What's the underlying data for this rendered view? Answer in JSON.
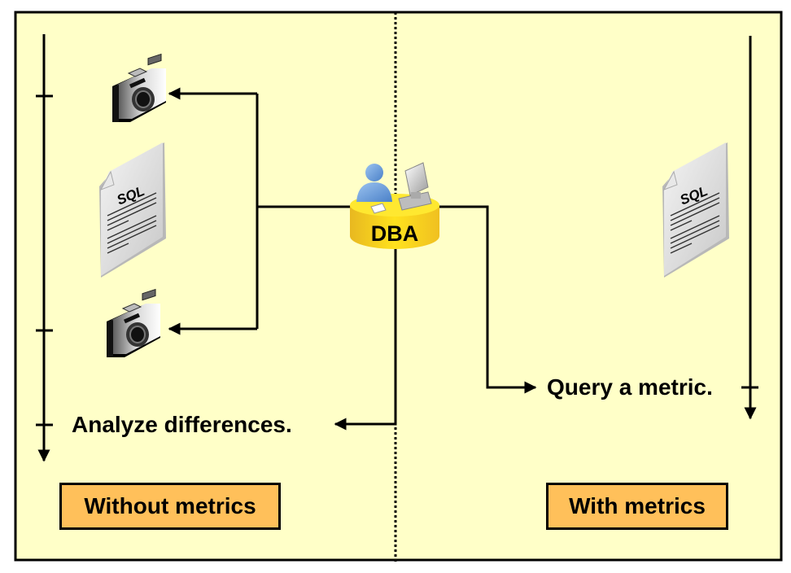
{
  "diagram": {
    "colors": {
      "background": "#ffffc8",
      "frame": "#000000",
      "legend_fill": "#ffc05a",
      "dba_cylinder": "#ffd21e",
      "person": "#6aa0dc"
    },
    "center": {
      "label": "DBA",
      "icon": "dba-workstation-icon"
    },
    "left_panel": {
      "legend": "Without metrics",
      "steps": [
        {
          "icon": "camera-icon",
          "description": "snapshot"
        },
        {
          "icon": "sql-document-icon",
          "description": "workload"
        },
        {
          "icon": "camera-icon",
          "description": "snapshot"
        }
      ],
      "action": "Analyze differences."
    },
    "right_panel": {
      "legend": "With metrics",
      "steps": [
        {
          "icon": "sql-document-icon",
          "description": "workload"
        }
      ],
      "action": "Query a metric."
    },
    "sql_label": "SQL"
  }
}
